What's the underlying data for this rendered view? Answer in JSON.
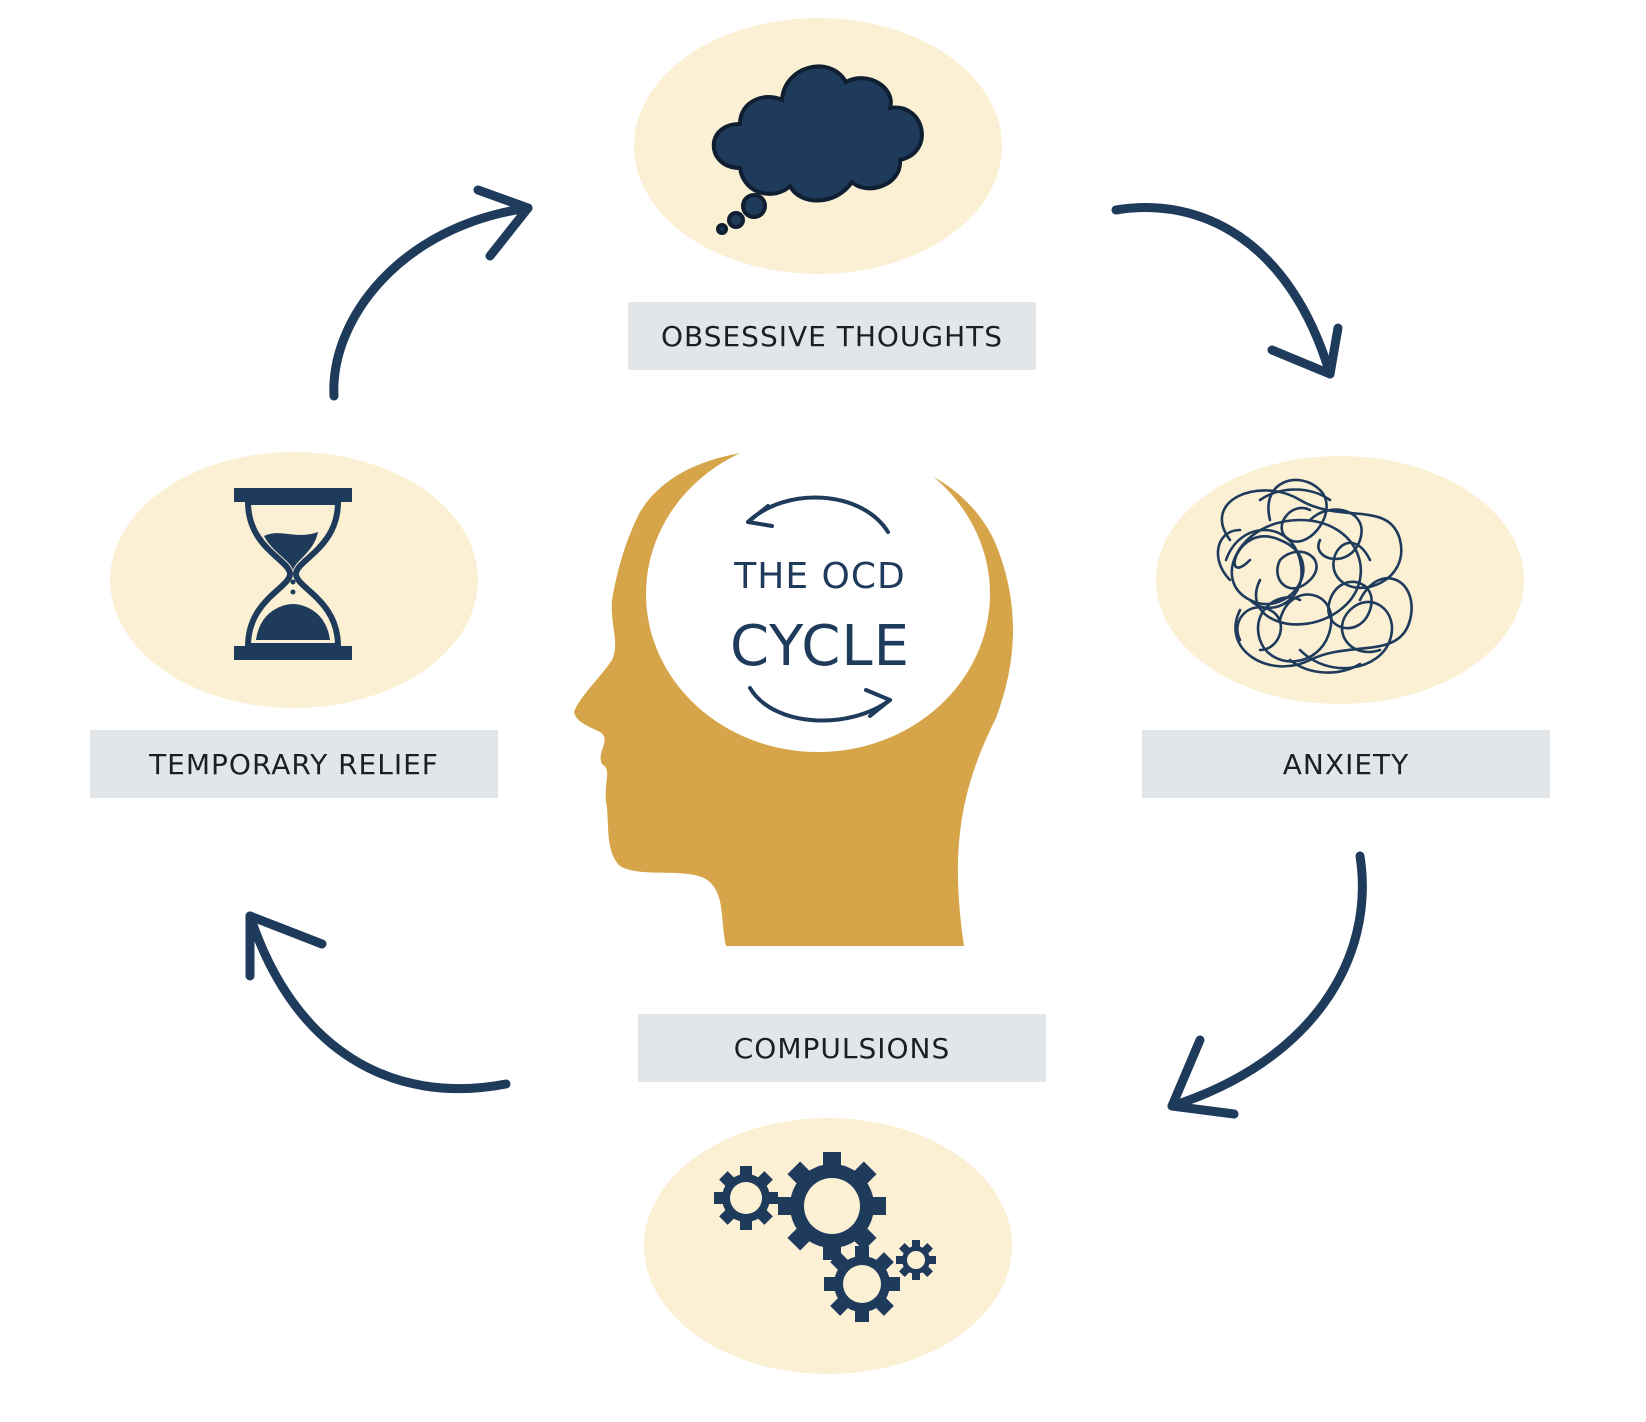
{
  "diagram": {
    "center": {
      "line1": "THE OCD",
      "line2": "CYCLE"
    },
    "stages": [
      {
        "label": "OBSESSIVE THOUGHTS",
        "icon": "thought-cloud-icon"
      },
      {
        "label": "ANXIETY",
        "icon": "tangled-scribble-icon"
      },
      {
        "label": "COMPULSIONS",
        "icon": "gears-icon"
      },
      {
        "label": "TEMPORARY RELIEF",
        "icon": "hourglass-icon"
      }
    ],
    "colors": {
      "navy": "#1f3b5c",
      "gold": "#d6a54a",
      "cream": "#fbf0d4",
      "label_bg": "#e3e6e9",
      "label_text": "#1a1f26"
    }
  }
}
